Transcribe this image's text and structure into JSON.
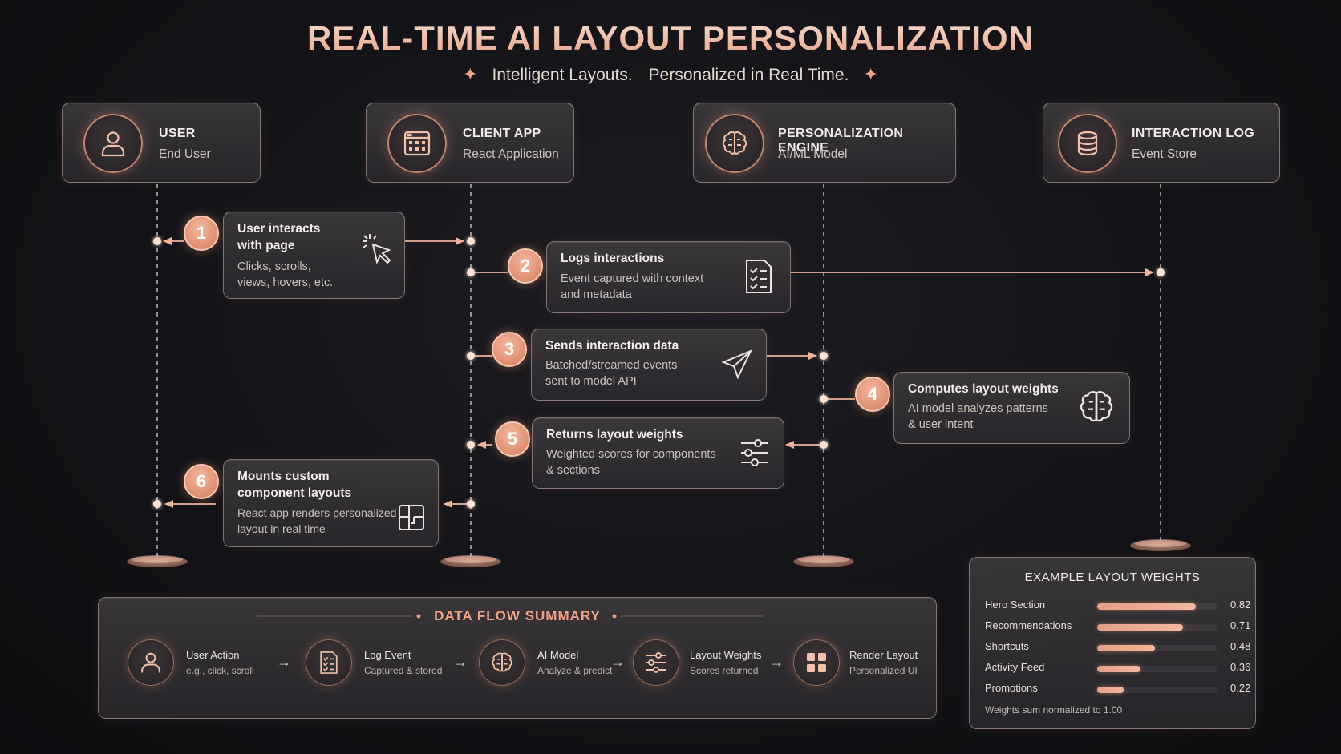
{
  "title": "REAL-TIME AI LAYOUT PERSONALIZATION",
  "subtitle": {
    "part1": "Intelligent Layouts.",
    "part2": "Personalized in Real Time.",
    "star_glyph": "✦"
  },
  "colors": {
    "accent": "#f0a383",
    "badge": "#e4957a",
    "background": "#131317",
    "card_border": "#e6cdc3"
  },
  "actors": [
    {
      "name": "USER",
      "subtitle": "End User",
      "icon": "user-icon"
    },
    {
      "name": "CLIENT APP",
      "subtitle": "React Application",
      "icon": "app-window-icon"
    },
    {
      "name": "PERSONALIZATION ENGINE",
      "subtitle": "AI/ML Model",
      "icon": "brain-icon"
    },
    {
      "name": "INTERACTION LOG",
      "subtitle": "Event Store",
      "icon": "database-icon"
    }
  ],
  "steps": [
    {
      "number": "1",
      "title_line1": "User interacts",
      "title_line2": "with page",
      "desc_line1": "Clicks, scrolls,",
      "desc_line2": "views, hovers, etc.",
      "icon": "cursor-click-icon",
      "from": "USER",
      "to": "CLIENT APP"
    },
    {
      "number": "2",
      "title_line1": "Logs interactions",
      "desc_line1": "Event captured with context",
      "desc_line2": "and metadata",
      "icon": "checklist-icon",
      "from": "CLIENT APP",
      "to": "INTERACTION LOG"
    },
    {
      "number": "3",
      "title_line1": "Sends interaction data",
      "desc_line1": "Batched/streamed events",
      "desc_line2": "sent to model API",
      "icon": "send-icon",
      "from": "CLIENT APP",
      "to": "PERSONALIZATION ENGINE"
    },
    {
      "number": "4",
      "title_line1": "Computes layout weights",
      "desc_line1": "AI model analyzes patterns",
      "desc_line2": "& user intent",
      "icon": "brain-icon",
      "from": "PERSONALIZATION ENGINE",
      "to": "PERSONALIZATION ENGINE"
    },
    {
      "number": "5",
      "title_line1": "Returns layout weights",
      "desc_line1": "Weighted scores for components",
      "desc_line2": "& sections",
      "icon": "sliders-icon",
      "from": "PERSONALIZATION ENGINE",
      "to": "CLIENT APP"
    },
    {
      "number": "6",
      "title_line1": "Mounts custom",
      "title_line2": "component layouts",
      "desc_line1": "React app renders personalized",
      "desc_line2": "layout in real time",
      "icon": "layout-icon",
      "from": "CLIENT APP",
      "to": "USER"
    }
  ],
  "summary": {
    "title": "DATA FLOW SUMMARY",
    "items": [
      {
        "label": "User Action",
        "sub": "e.g., click, scroll",
        "icon": "user-icon"
      },
      {
        "label": "Log Event",
        "sub": "Captured & stored",
        "icon": "checklist-icon"
      },
      {
        "label": "AI Model",
        "sub": "Analyze & predict",
        "icon": "brain-icon"
      },
      {
        "label": "Layout Weights",
        "sub": "Scores returned",
        "icon": "sliders-icon"
      },
      {
        "label": "Render Layout",
        "sub": "Personalized UI",
        "icon": "grid-icon"
      }
    ],
    "arrow_glyph": "→"
  },
  "weights": {
    "title": "EXAMPLE LAYOUT WEIGHTS",
    "rows": [
      {
        "label": "Hero Section",
        "value": 0.82,
        "display": "0.82"
      },
      {
        "label": "Recommendations",
        "value": 0.71,
        "display": "0.71"
      },
      {
        "label": "Shortcuts",
        "value": 0.48,
        "display": "0.48"
      },
      {
        "label": "Activity Feed",
        "value": 0.36,
        "display": "0.36"
      },
      {
        "label": "Promotions",
        "value": 0.22,
        "display": "0.22"
      }
    ],
    "note": "Weights sum normalized to 1.00"
  }
}
